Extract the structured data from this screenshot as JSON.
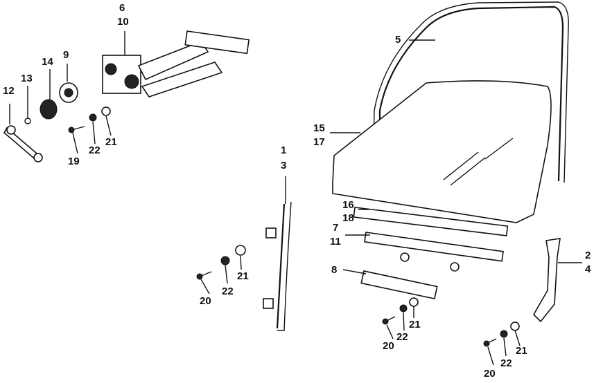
{
  "title": "Door glass and window regulator parts diagram",
  "callouts": {
    "regulator": [
      "6",
      "10"
    ],
    "handle_crank": "12",
    "clip": "13",
    "escutcheon": "14",
    "spacer": "9",
    "bolt_reg": "19",
    "washer_reg": "22",
    "washer2_reg": "21",
    "run_channel": "5",
    "glass": [
      "15",
      "17"
    ],
    "front_channel": [
      "1",
      "3"
    ],
    "weatherstrip_outer": [
      "16",
      "18"
    ],
    "weatherstrip_inner": [
      "7",
      "11"
    ],
    "sash_channel": "8",
    "rear_channel": [
      "2",
      "4"
    ],
    "hw_front": [
      "21",
      "22",
      "20"
    ],
    "hw_center": [
      "21",
      "22",
      "20"
    ],
    "hw_rear": [
      "21",
      "22",
      "20"
    ]
  }
}
